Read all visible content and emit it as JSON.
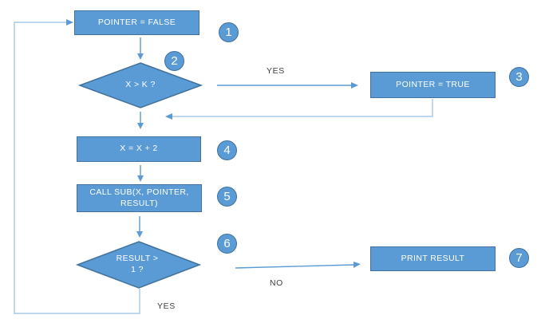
{
  "flowchart": {
    "nodes": {
      "pointer_false": {
        "type": "process",
        "label": "POINTER = FALSE",
        "step": "1"
      },
      "x_gt_k": {
        "type": "decision",
        "label": "X > K ?",
        "step": "2"
      },
      "pointer_true": {
        "type": "process",
        "label": "POINTER = TRUE",
        "step": "3"
      },
      "x_plus_2": {
        "type": "process",
        "label": "X = X + 2",
        "step": "4"
      },
      "call_sub": {
        "type": "process",
        "lines": [
          "CALL SUB(X, POINTER,",
          "RESULT)"
        ],
        "step": "5"
      },
      "result_gt_1": {
        "type": "decision",
        "lines": [
          "RESULT >",
          "1 ?"
        ],
        "step": "6"
      },
      "print_result": {
        "type": "process",
        "label": "PRINT RESULT",
        "step": "7"
      }
    },
    "edge_labels": {
      "yes_top": "YES",
      "no_bottom": "NO",
      "yes_loop": "YES"
    },
    "colors": {
      "shape_fill": "#5b9bd5",
      "shape_border": "#41719c",
      "connector": "#5b9bd5",
      "connector_light": "#a9c7e8",
      "shape_text": "#ffffff",
      "edge_label_text": "#3f3f3f"
    }
  }
}
